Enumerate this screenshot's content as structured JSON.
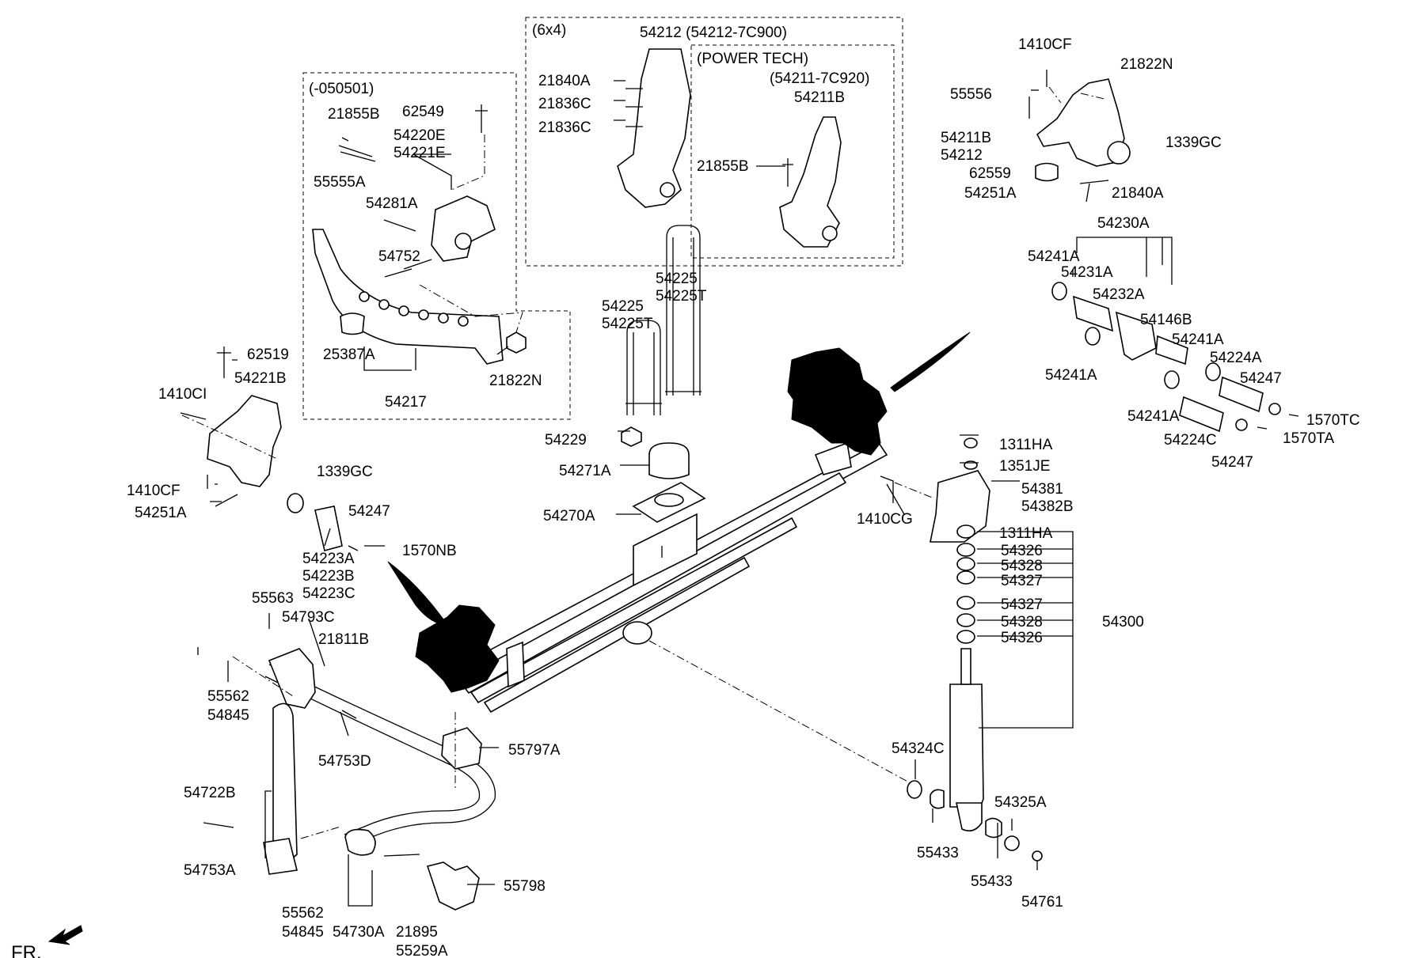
{
  "boxes": {
    "early_frame": "(-050501)",
    "six_by_four": "(6x4)",
    "power_tech": "(POWER TECH)"
  },
  "labels": {
    "l54212_title": "54212 (54212-7C900)",
    "l21840A_a": "21840A",
    "l21836C_a": "21836C",
    "l21836C_b": "21836C",
    "l54211_7c920": "(54211-7C920)",
    "l54211B_a": "54211B",
    "l21855B_a": "21855B",
    "l21855B_b": "21855B",
    "l62549": "62549",
    "l54220E": "54220E",
    "l54221E": "54221E",
    "l55555A": "55555A",
    "l54281A": "54281A",
    "l54752": "54752",
    "l25387A": "25387A",
    "l54217": "54217",
    "l21822N_a": "21822N",
    "l1410CF_a": "1410CF",
    "l21822N_b": "21822N",
    "l55556": "55556",
    "l54211B_b": "54211B",
    "l54212_b": "54212",
    "l1339GC_a": "1339GC",
    "l62559": "62559",
    "l54251A_a": "54251A",
    "l21840A_b": "21840A",
    "l54230A": "54230A",
    "l54241A_a": "54241A",
    "l54231A": "54231A",
    "l54232A": "54232A",
    "l54146B": "54146B",
    "l54241A_b": "54241A",
    "l54241A_c": "54241A",
    "l54224A": "54224A",
    "l54247_a": "54247",
    "l1570TC": "1570TC",
    "l54241A_d": "54241A",
    "l54224C": "54224C",
    "l1570TA": "1570TA",
    "l54247_b": "54247",
    "l54225_a": "54225",
    "l54225T_a": "54225T",
    "l54225_b": "54225",
    "l54225T_b": "54225T",
    "l54229": "54229",
    "l54271A": "54271A",
    "l54270A": "54270A",
    "l62519": "62519",
    "l54221B": "54221B",
    "l1410CI": "1410CI",
    "l1410CF_b": "1410CF",
    "l1339GC_b": "1339GC",
    "l54251A_b": "54251A",
    "l54247_c": "54247",
    "l1570NB": "1570NB",
    "l54223A": "54223A",
    "l54223B": "54223B",
    "l54223C": "54223C",
    "l1311HA_a": "1311HA",
    "l1351JE": "1351JE",
    "l1410CG": "1410CG",
    "l54381": "54381",
    "l54382B": "54382B",
    "l1311HA_b": "1311HA",
    "l54326_a": "54326",
    "l54328_a": "54328",
    "l54327_a": "54327",
    "l54327_b": "54327",
    "l54328_b": "54328",
    "l54326_b": "54326",
    "l54300": "54300",
    "l55563": "55563",
    "l54793C": "54793C",
    "l21811B": "21811B",
    "l55562_a": "55562",
    "l54845_a": "54845",
    "l54753D": "54753D",
    "l55797A": "55797A",
    "l54722B": "54722B",
    "l54753A": "54753A",
    "l55562_b": "55562",
    "l54845_b": "54845",
    "l54730A": "54730A",
    "l21895": "21895",
    "l55259A": "55259A",
    "l55798": "55798",
    "l54324C": "54324C",
    "l55433_a": "55433",
    "l54325A": "54325A",
    "l55433_b": "55433",
    "l54761": "54761",
    "front_marker": "FR."
  },
  "icons": {
    "front_arrow": "arrow-down-left-icon"
  }
}
